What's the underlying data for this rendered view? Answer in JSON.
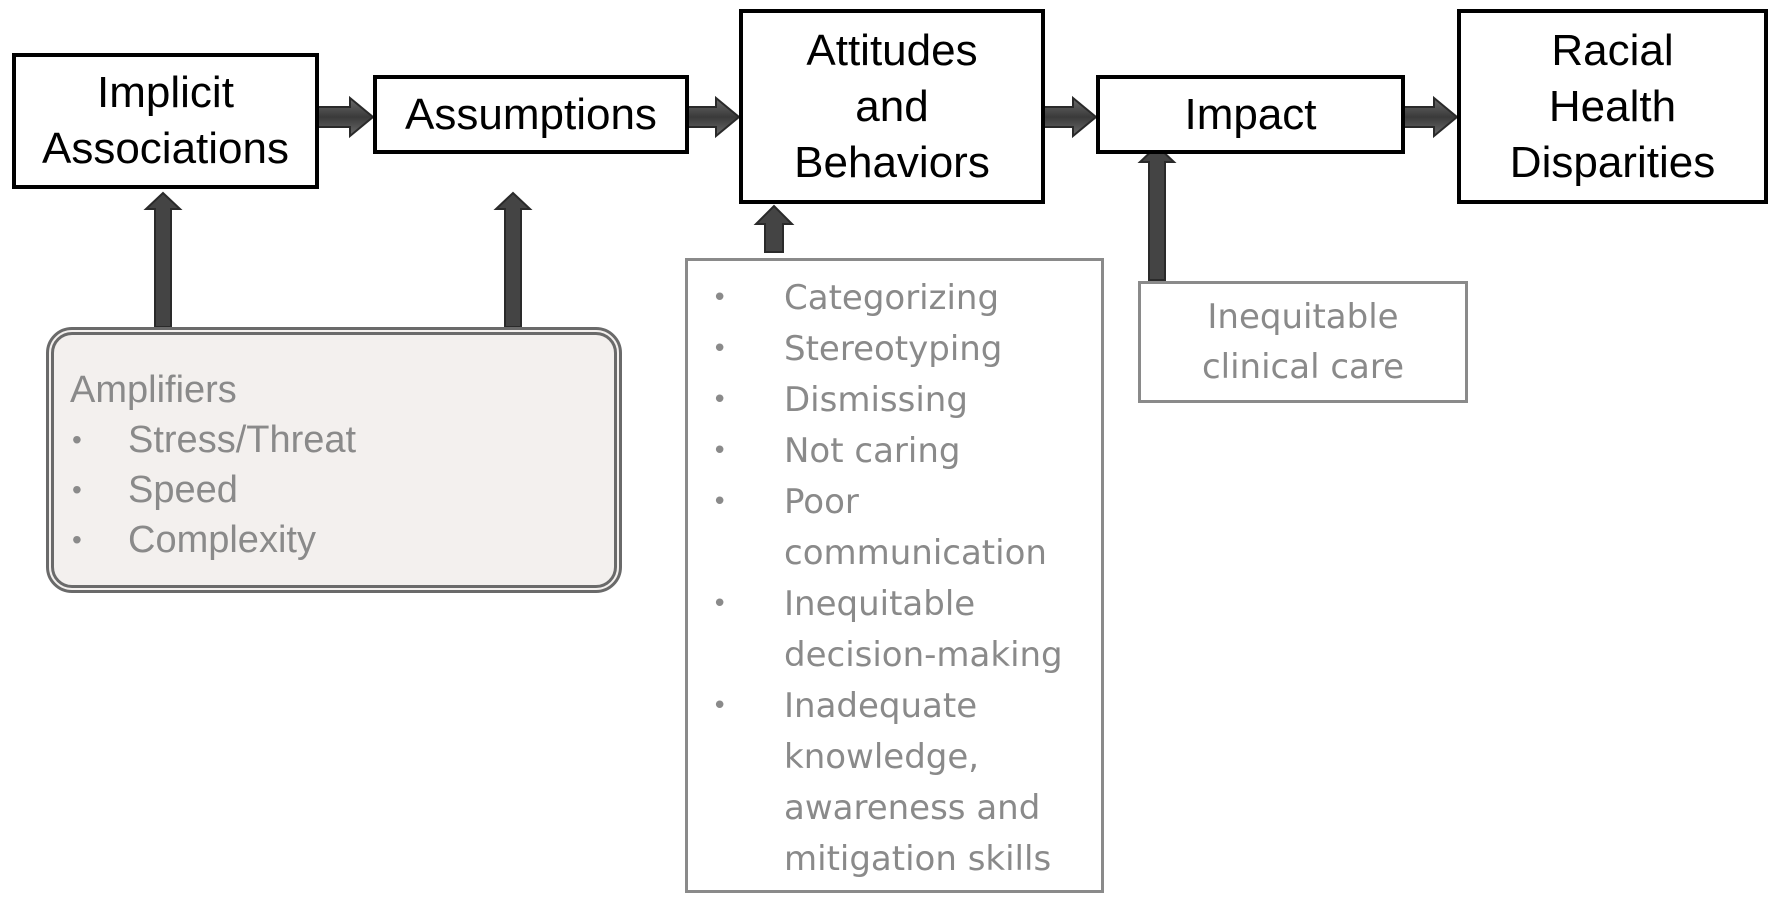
{
  "flow": {
    "implicit_associations": [
      "Implicit",
      "Associations"
    ],
    "assumptions": "Assumptions",
    "attitudes_behaviors": [
      "Attitudes",
      "and",
      "Behaviors"
    ],
    "impact": "Impact",
    "disparities": [
      "Racial",
      "Health",
      "Disparities"
    ]
  },
  "amplifiers": {
    "title": "Amplifiers",
    "items": [
      "Stress/Threat",
      "Speed",
      "Complexity"
    ]
  },
  "behaviors": {
    "items": [
      "Categorizing",
      "Stereotyping",
      "Dismissing",
      "Not caring",
      "Poor communication",
      "Inequitable decision-making",
      "Inadequate knowledge, awareness and mitigation skills"
    ]
  },
  "impact_factor": [
    "Inequitable",
    "clinical care"
  ],
  "colors": {
    "box_border": "#000000",
    "secondary_text": "#8a8a8a",
    "amplifier_fill": "#f3f0ee",
    "arrow_fill": "#444444"
  }
}
